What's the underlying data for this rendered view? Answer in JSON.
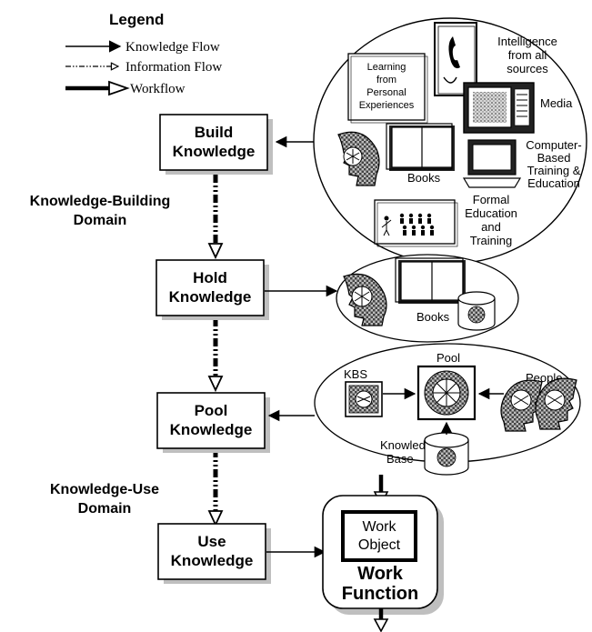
{
  "legend": {
    "title": "Legend",
    "items": [
      {
        "label": "Knowledge Flow"
      },
      {
        "label": "Information Flow"
      },
      {
        "label": "Workflow"
      }
    ]
  },
  "process_boxes": [
    {
      "line1": "Build",
      "line2": "Knowledge"
    },
    {
      "line1": "Hold",
      "line2": "Knowledge"
    },
    {
      "line1": "Pool",
      "line2": "Knowledge"
    },
    {
      "line1": "Use",
      "line2": "Knowledge"
    }
  ],
  "domains": {
    "building": {
      "line1": "Knowledge-Building",
      "line2": "Domain"
    },
    "use": {
      "line1": "Knowledge-Use",
      "line2": "Domain"
    }
  },
  "sources": {
    "learning": [
      "Learning",
      "from",
      "Personal",
      "Experiences"
    ],
    "intelligence": [
      "Intelligence",
      "from all",
      "sources"
    ],
    "media": "Media",
    "cbt": [
      "Computer-",
      "Based",
      "Training &",
      "Education"
    ],
    "books": "Books",
    "formal": [
      "Formal",
      "Education",
      "and",
      "Training"
    ]
  },
  "hold": {
    "books": "Books"
  },
  "pool": {
    "pool": "Pool",
    "kbs": "KBS",
    "people": "People",
    "kb": [
      "Knowledge",
      "Base"
    ]
  },
  "work": {
    "object": [
      "Work",
      "Object"
    ],
    "function": [
      "Work",
      "Function"
    ]
  },
  "colors": {
    "ink": "#000000",
    "box_fill": "#ffffff",
    "shadow": "#bfbfbf",
    "pattern": "#6e6e6e"
  }
}
